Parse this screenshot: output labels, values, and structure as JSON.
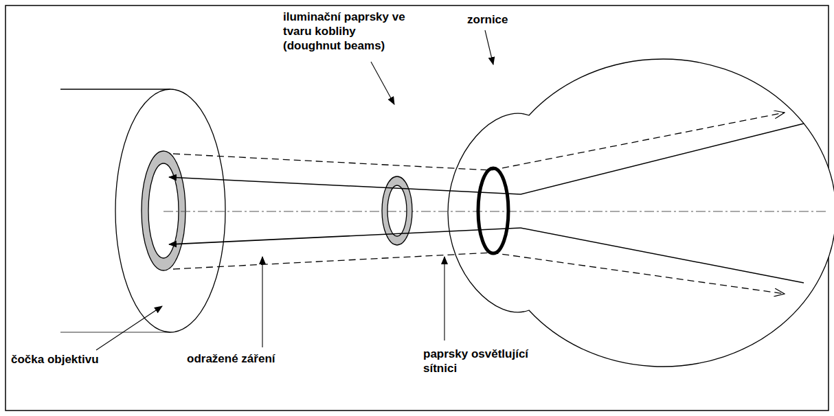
{
  "diagram": {
    "labels": [
      "iluminační paprsky ve tvaru koblihy (doughnut beams)",
      "zornice",
      "čočka objektivu",
      "odražené záření",
      "paprsky osvětlující sítnici"
    ]
  }
}
